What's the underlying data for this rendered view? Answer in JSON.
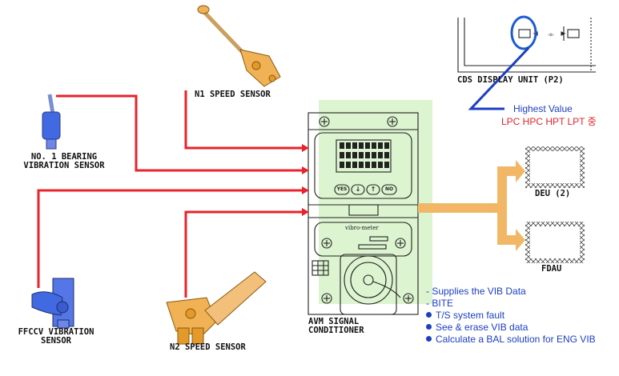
{
  "labels": {
    "n1_sensor": "N1 SPEED SENSOR",
    "bearing_sensor_line1": "NO. 1 BEARING",
    "bearing_sensor_line2": "VIBRATION SENSOR",
    "ffccv_line1": "FFCCV VIBRATION",
    "ffccv_line2": "SENSOR",
    "n2_sensor": "N2 SPEED SENSOR",
    "avm_line1": "AVM SIGNAL",
    "avm_line2": "CONDITIONER",
    "deu": "DEU (2)",
    "fdau": "FDAU",
    "cds_unit": "CDS DISPLAY UNIT (P2)",
    "vibro_meter": "vibro-meter"
  },
  "avm_buttons": [
    "YES",
    "↓",
    "↑",
    "NO"
  ],
  "annotation": {
    "highest_value": "Highest Value",
    "engines": "LPC HPC HPT LPT 중"
  },
  "notes": {
    "dash_items": [
      "- Supplies the VIB Data",
      "- BITE"
    ],
    "bullets": [
      "T/S system fault",
      "See & erase VIB data",
      "Calculate a BAL solution for ENG VIB"
    ]
  },
  "colors": {
    "signal_line": "#e8232b",
    "output_line": "#f2b766",
    "highlight": "#d6f2c8",
    "annotation_blue": "#1c3fbf",
    "sensor_orange": "#f0b254",
    "sensor_blue": "#4169e1"
  }
}
